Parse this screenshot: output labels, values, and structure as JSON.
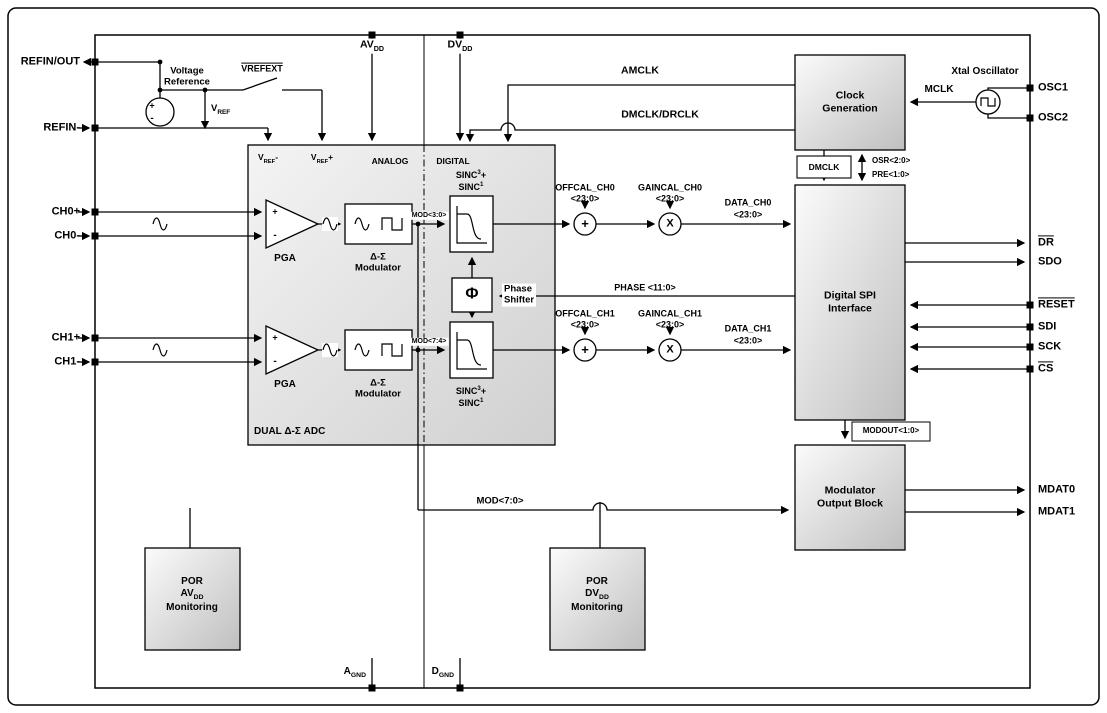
{
  "symbols": {
    "plus": "+",
    "minus": "-",
    "times": "X",
    "phi": "Φ"
  },
  "pins": {
    "refin_out": "REFIN/OUT",
    "refin_minus": "REFIN-",
    "ch0_plus": "CH0+",
    "ch0_minus": "CH0-",
    "ch1_plus": "CH1+",
    "ch1_minus": "CH1-",
    "avdd": {
      "base": "AV",
      "sub": "DD"
    },
    "dvdd": {
      "base": "DV",
      "sub": "DD"
    },
    "agnd": {
      "base": "A",
      "sub": "GND"
    },
    "dgnd": {
      "base": "D",
      "sub": "GND"
    },
    "osc1": "OSC1",
    "osc2": "OSC2",
    "dr": "DR",
    "sdo": "SDO",
    "reset": "RESET",
    "sdi": "SDI",
    "sck": "SCK",
    "cs": "CS",
    "mdat0": "MDAT0",
    "mdat1": "MDAT1"
  },
  "reference": {
    "title_line1": "Voltage",
    "title_line2": "Reference",
    "vrefext": "VREFEXT",
    "vref_base": "V",
    "vref_sub": "REF"
  },
  "adc": {
    "vref_minus": {
      "base": "V",
      "sub": "REF",
      "sign": "-"
    },
    "vref_plus": {
      "base": "V",
      "sub": "REF",
      "sign": "+"
    },
    "analog": "ANALOG",
    "digital": "DIGITAL",
    "pga": "PGA",
    "modulator_line1": "Δ-Σ",
    "modulator_line2": "Modulator",
    "mod_ch0": "MOD<3:0>",
    "mod_ch1": "MOD<7:4>",
    "title": "DUAL Δ-Σ ADC"
  },
  "filters": {
    "sinc_line1": {
      "base": "SINC",
      "sup": "3",
      "tail": "+"
    },
    "sinc_line2": {
      "base": "SINC",
      "sup": "1",
      "tail": ""
    },
    "phase_line1": "Phase",
    "phase_line2": "Shifter",
    "phase_bus": "PHASE <11:0>"
  },
  "datapath": {
    "offcal_ch0": "OFFCAL_CH0",
    "gaincal_ch0": "GAINCAL_CH0",
    "offcal_ch1": "OFFCAL_CH1",
    "gaincal_ch1": "GAINCAL_CH1",
    "width24": "<23:0>",
    "data_ch0": "DATA_CH0",
    "data_ch1": "DATA_CH1",
    "mod_bus": "MOD<7:0>"
  },
  "clock": {
    "block_line1": "Clock",
    "block_line2": "Generation",
    "xtal": "Xtal Oscillator",
    "mclk": "MCLK",
    "amclk": "AMCLK",
    "dmclk_drclk": "DMCLK/DRCLK",
    "dmclk": "DMCLK",
    "osr": "OSR<2:0>",
    "pre": "PRE<1:0>"
  },
  "spi": {
    "line1": "Digital SPI",
    "line2": "Interface"
  },
  "modulator_output": {
    "bus": "MODOUT<1:0>",
    "line1": "Modulator",
    "line2": "Output Block"
  },
  "por": {
    "avdd": {
      "line1": "POR",
      "l2base": "AV",
      "l2sub": "DD",
      "line3": "Monitoring"
    },
    "dvdd": {
      "line1": "POR",
      "l2base": "DV",
      "l2sub": "DD",
      "line3": "Monitoring"
    }
  }
}
